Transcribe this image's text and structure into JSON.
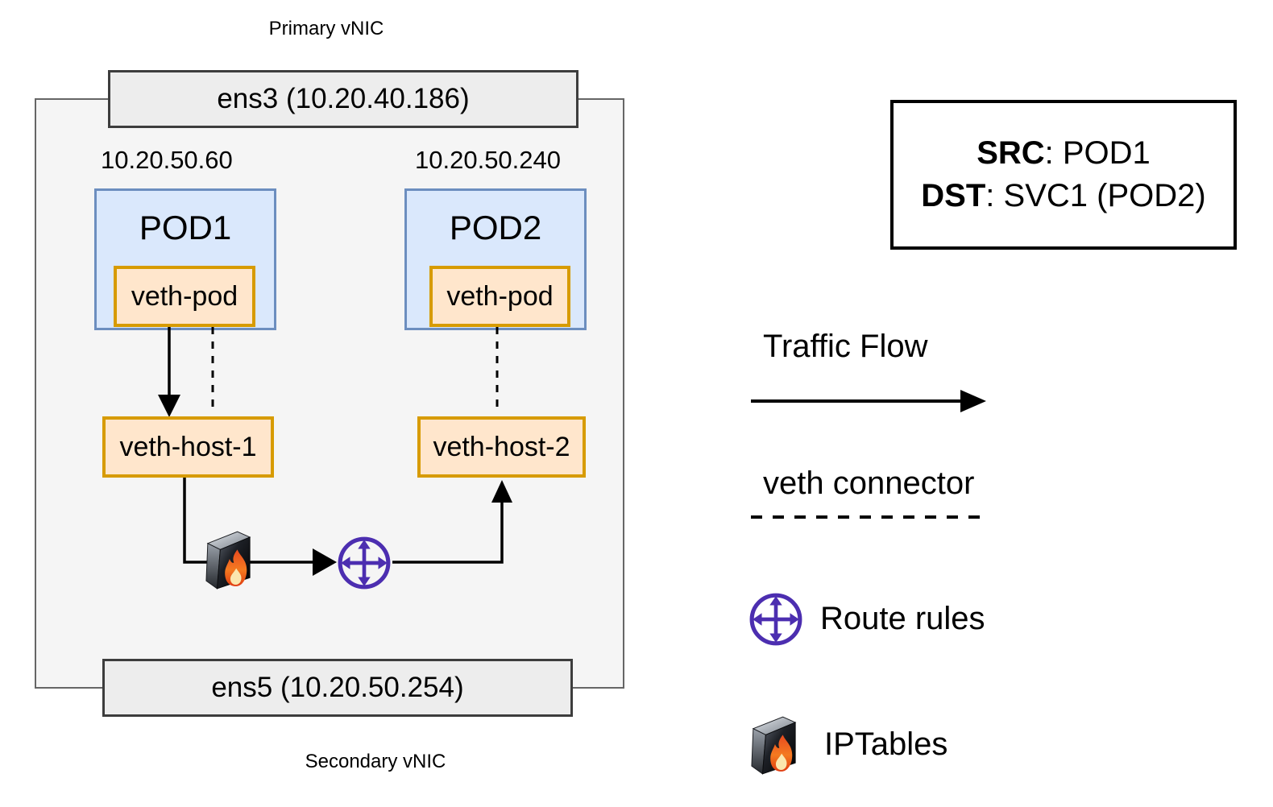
{
  "diagram": {
    "primary_vnic_label": "Primary vNIC",
    "ens3_label": "ens3 (10.20.40.186)",
    "pod1": {
      "ip": "10.20.50.60",
      "name": "POD1",
      "veth_label": "veth-pod"
    },
    "pod2": {
      "ip": "10.20.50.240",
      "name": "POD2",
      "veth_label": "veth-pod"
    },
    "veth_host_1_label": "veth-host-1",
    "veth_host_2_label": "veth-host-2",
    "ens5_label": "ens5 (10.20.50.254)",
    "secondary_vnic_label": "Secondary vNIC"
  },
  "legend": {
    "src_label": "SRC",
    "src_rest": ": POD1",
    "dst_label": "DST",
    "dst_rest": ": SVC1 (POD2)",
    "traffic_flow_label": "Traffic Flow",
    "veth_connector_label": "veth connector",
    "route_rules_label": "Route rules",
    "iptables_label": "IPTables"
  },
  "icons": {
    "route_rules_icon": "purple circle with four-direction crossed arrows",
    "iptables_icon": "black 3D firewall slab with flame"
  },
  "colors": {
    "pod_fill": "#dae8fc",
    "pod_border": "#6c8ebf",
    "veth_fill": "#ffe6cc",
    "veth_border": "#d79b00",
    "host_fill": "#f5f5f5",
    "host_border": "#666666",
    "nic_fill": "#ededed",
    "nic_border": "#3d3d3d",
    "legend_border": "#000000",
    "line_color": "#000000",
    "route_purple": "#4c2eb0",
    "text_color": "#000000"
  }
}
